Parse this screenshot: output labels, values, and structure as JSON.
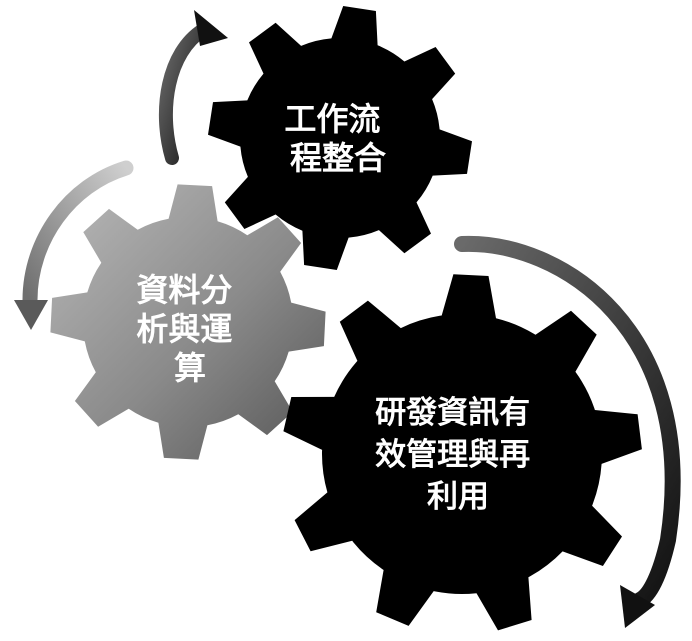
{
  "diagram": {
    "gears": [
      {
        "id": "workflow",
        "lines": [
          "工作流",
          "程整合"
        ],
        "color": "#000000",
        "text_color": "#ffffff"
      },
      {
        "id": "analysis",
        "lines": [
          "資料分",
          "析與運",
          "算"
        ],
        "color": "#8a8a8a",
        "text_color": "#ffffff"
      },
      {
        "id": "rd-info",
        "lines": [
          "研發資訊有",
          "效管理與再",
          "利用"
        ],
        "color": "#000000",
        "text_color": "#ffffff"
      }
    ],
    "arrows": [
      {
        "id": "arrow-top-left"
      },
      {
        "id": "arrow-left"
      },
      {
        "id": "arrow-right"
      }
    ]
  }
}
